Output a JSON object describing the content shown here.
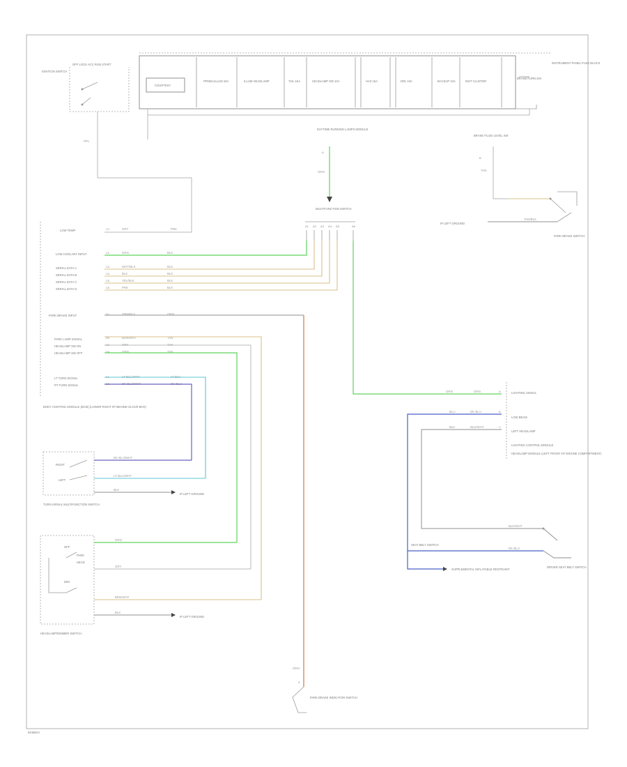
{
  "footer_code": "6GM52H",
  "fuse_block": {
    "switch": {
      "title": "IGNITION SWITCH",
      "positions": "OFF LOCK ACC RUN START",
      "wire": "PPL"
    },
    "fuses": [
      "COURTESY",
      "PRNDL/ILLUM 10A",
      "ILLUM HEADLAMP",
      "TAIL 15A",
      "HEADLAMP SW 10A",
      "HAZ 15A",
      "DRL 10A",
      "BACKUP 10A",
      "INST CLUSTER",
      "BRAKE/TURN 20A"
    ],
    "title": "INSTRUMENT PANEL FUSE BLOCK"
  },
  "drl_module": {
    "label": "DAYTIME RUNNING LAMPS MODULE",
    "pin": "A",
    "wire": "GRN"
  },
  "brake_fluid": {
    "label": "BRAKE FLUID LEVEL SW",
    "wire": "TAN",
    "pin": "B"
  },
  "multifunction": {
    "label": "MULTIFUNCTION SWITCH",
    "pins": [
      "A1",
      "A2",
      "A3",
      "A4",
      "A5",
      "A6"
    ]
  },
  "parking_brake": {
    "ground_label": "IP LEFT GROUND",
    "label": "PARK BRAKE SWITCH",
    "wire": "TAN/BLK"
  },
  "bcm": {
    "title": "BODY CONTROL MODULE (LOWER RIGHT I/P)",
    "rows": [
      {
        "pin": "C1",
        "label": "LOW TEMP",
        "wire1": "GRY",
        "wire2": "PNK"
      },
      {
        "pin": "C2",
        "label": "LOW COOLANT INPUT",
        "wire1": "GRN",
        "wire2": "BLK"
      },
      {
        "pin": "C3",
        "label": "SERIAL DATA A",
        "wire1": "WHT/BLK",
        "wire2": "BLK"
      },
      {
        "pin": "C4",
        "label": "SERIAL DATA B",
        "wire1": "BLK",
        "wire2": "BLK"
      },
      {
        "pin": "C5",
        "label": "SERIAL DATA C",
        "wire1": "YEL/BLK",
        "wire2": "BLK"
      },
      {
        "pin": "C6",
        "label": "SERIAL DATA D",
        "wire1": "PNK",
        "wire2": "BLK"
      },
      {
        "pin": "D1",
        "label": "PARK BRAKE INPUT",
        "wire1": "ORN/BLK",
        "wire2": "ORN"
      },
      {
        "pin": "D2",
        "label": "PARK LAMP SIGNAL",
        "wire1": "BRN/WHT",
        "wire2": "TAN"
      },
      {
        "pin": "D3",
        "label": "HEADLAMP SW ON",
        "wire1": "GRY",
        "wire2": "TAN"
      },
      {
        "pin": "D4",
        "label": "HEADLAMP SW OFF",
        "wire1": "GRN",
        "wire2": "TAN"
      },
      {
        "pin": "E1",
        "label": "LT TURN SIGNAL",
        "wire1": "LT BLU/WHT",
        "wire2": "LT BLU"
      },
      {
        "pin": "E2",
        "label": "RT TURN SIGNAL",
        "wire1": "DK BLU/WHT",
        "wire2": "DK BLU"
      }
    ],
    "note": "BODY CONTROL MODULE (BCM) (LOWER RIGHT I/P BEHIND GLOVE BOX)"
  },
  "turn_switch": {
    "label": "TURN SIGNAL MULTIFUNCTION SWITCH",
    "right": "RIGHT",
    "left": "LEFT",
    "ground": "IP LEFT GROUND",
    "wires": [
      "DK BLU/WHT",
      "LT BLU/WHT",
      "BLK"
    ]
  },
  "headlamp_switch": {
    "label": "HEADLAMP/DIMMER SWITCH",
    "pos1": "OFF",
    "pos2": "PARK",
    "pos3": "HEAD",
    "dimmer": "DIM",
    "ground": "IP LEFT GROUND",
    "wires": [
      "GRN",
      "GRY",
      "BRN/WHT",
      "BLK"
    ]
  },
  "rear_ground": {
    "wire": "ORN",
    "label": "PARK BRAKE INDICATOR SWITCH",
    "pin": "S"
  },
  "lamp_module": {
    "title": "LIGHTING CONTROL MODULE",
    "rows": [
      {
        "pin": "A",
        "label": "LIGHTING SIGNAL",
        "wire1": "GRN",
        "wire2": "GRN"
      },
      {
        "pin": "B",
        "label": "LOW BEAM",
        "wire1": "BLU",
        "wire2": "DK BLU"
      },
      {
        "pin": "C",
        "label": "LEFT HEADLAMP",
        "wire1": "BLK",
        "wire2": "BLK/WHT"
      }
    ],
    "note": "HEADLAMP MODULE (LEFT FRONT OF ENGINE COMPARTMENT)"
  },
  "seat_belt": {
    "label1": "SEAT BELT SWITCH",
    "label2": "DRIVER SEAT BELT SWITCH",
    "wires": [
      "BLK/WHT",
      "DK BLU"
    ],
    "ground": "SUPPLEMENTAL INFLATABLE RESTRAINT"
  }
}
